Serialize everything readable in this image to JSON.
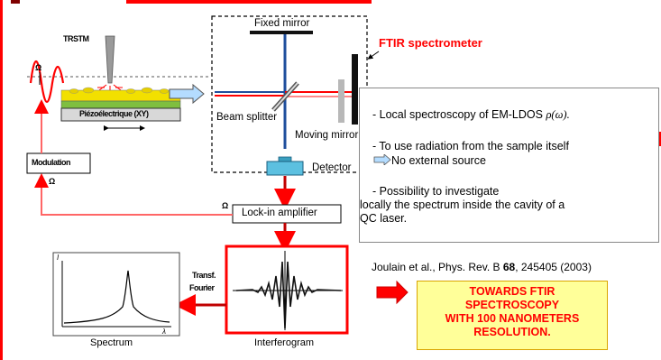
{
  "colors": {
    "accent_red": "#ff0000",
    "beam_blue": "#1f4e9c",
    "highlight_yellow": "#ffff99",
    "arrow_fill": "#b4dcff"
  },
  "labels": {
    "tip": "TRSTM",
    "omega_top": "Ω",
    "omega_mid": "Ω",
    "omega_lock": "Ω",
    "piezo": "Piézoélectrique (XY)",
    "modulation": "Modulation",
    "fixed_mirror": "Fixed mirror",
    "ftir": "FTIR spectrometer",
    "beam_splitter": "Beam splitter",
    "moving_mirror": "Moving mirror",
    "detector": "Detector",
    "lockin": "Lock-in amplifier",
    "transf_1": "Transf.",
    "transf_2": "Fourier",
    "spectrum": "Spectrum",
    "interferogram": "Interferogram",
    "axis_i": "I",
    "axis_x": "λ",
    "ref_pre": "Joulain et al., Phys. Rev. B ",
    "ref_bold": "68",
    "ref_post": ", 245405 (2003)"
  },
  "textbox": {
    "line1_pre": "- Local spectroscopy of EM-LDOS ",
    "line1_math": "ρ(ω).",
    "line2": "- To use radiation from the sample itself",
    "line3": "No external source",
    "line4": "- Possibility to investigate",
    "line5": "locally the spectrum inside the cavity of a",
    "line6": "QC laser."
  },
  "highlight": {
    "line1": "TOWARDS FTIR",
    "line2": "SPECTROSCOPY",
    "line3": "WITH 100 NANOMETERS",
    "line4": "RESOLUTION."
  }
}
